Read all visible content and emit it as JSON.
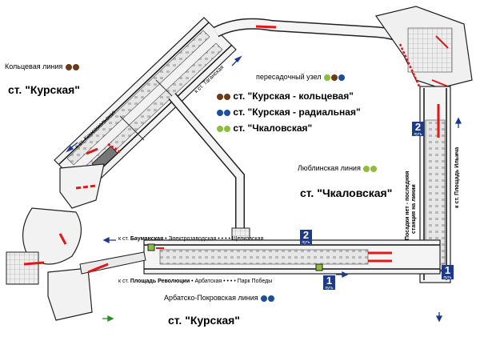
{
  "colors": {
    "ring": "#6b3a16",
    "arbatsko": "#1b4fa0",
    "lyublinsk": "#8dbd3a",
    "passage_red": "#e01818",
    "track": "#1a1a1a",
    "platform": "#d8d8d8",
    "badge": "#1b3a8c"
  },
  "labels": {
    "ring_line": "Кольцевая линия",
    "kurskaya_top": "ст. \"Курская\"",
    "kurskaya_bottom": "ст. \"Курская\"",
    "chkalovskaya": "ст. \"Чкаловская\"",
    "lyublinsk_line": "Люблинская линия",
    "arbatsko_line": "Арбатско-Покровская линия",
    "transfer_node": "пересадочный узел",
    "to_komsomolskaya": "к ст. Комсомольская",
    "to_taganskaya": "к ст. Таганская",
    "to_ilyicha": "к ст. Площадь Ильича",
    "posadki_net": "Посадки нет - последняя",
    "stantsiya": "станция на линии"
  },
  "legend": [
    {
      "label": "ст. \"Курская -  кольцевая\"",
      "icon": "ring-line-icon"
    },
    {
      "label": "ст. \"Курская -  радиальная\"",
      "icon": "arbatsko-line-icon"
    },
    {
      "label": "ст. \"Чкаловская\"",
      "icon": "lyublinsk-line-icon"
    }
  ],
  "arbatsko": {
    "top_to": "к ст.",
    "top_station": "Бауманская",
    "top_stops": [
      "Электрозаводская",
      "Щелковская"
    ],
    "bottom_to": "к ст.",
    "bottom_station": "Площадь Революции",
    "bottom_stops": [
      "Арбатская",
      "Парк Победы"
    ],
    "dots": "• • •"
  },
  "tracks": [
    {
      "num": "2",
      "word": "путь"
    },
    {
      "num": "1",
      "word": "путь"
    },
    {
      "num": "2",
      "word": "путь"
    },
    {
      "num": "1",
      "word": "путь"
    }
  ]
}
